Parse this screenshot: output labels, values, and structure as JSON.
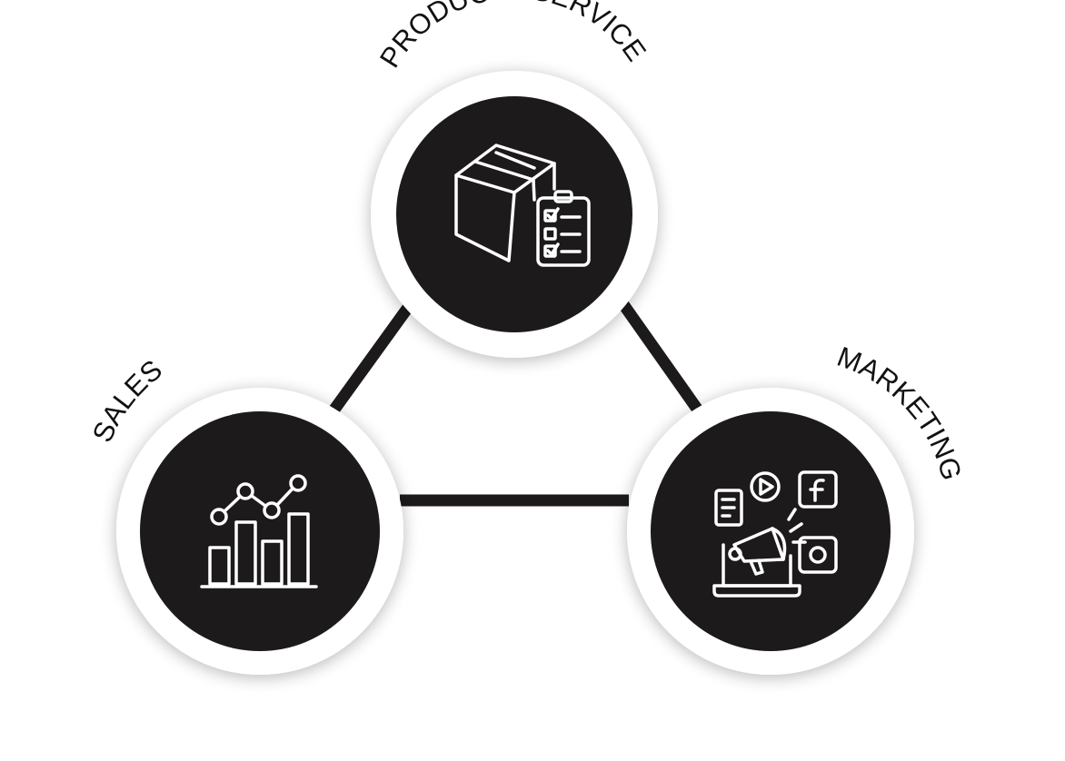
{
  "diagram": {
    "nodes": [
      {
        "id": "product",
        "label": "PRODUCT / SERVICE",
        "icon": "box-clipboard-icon"
      },
      {
        "id": "sales",
        "label": "SALES",
        "icon": "bar-line-chart-icon"
      },
      {
        "id": "marketing",
        "label": "MARKETING",
        "icon": "megaphone-social-media-icon"
      }
    ],
    "edges": [
      {
        "from": "product",
        "to": "sales"
      },
      {
        "from": "product",
        "to": "marketing"
      },
      {
        "from": "sales",
        "to": "marketing"
      }
    ],
    "colors": {
      "background": "#ffffff",
      "ring": "#ffffff",
      "disc": "#1c1a1a",
      "connector": "#1c1a1a",
      "icon_stroke": "#ffffff",
      "label": "#111111"
    }
  }
}
